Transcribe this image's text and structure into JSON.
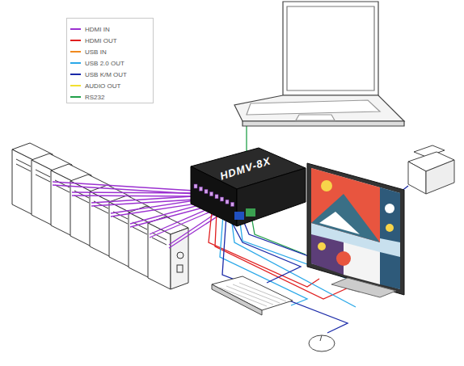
{
  "diagram": {
    "nodes": [
      {
        "text": [
          "HDMV-8X"
        ]
      }
    ],
    "legend": [
      {
        "text": "HDMI IN",
        "color": "#9b30d0"
      },
      {
        "text": "HDMI OUT",
        "color": "#e02020"
      },
      {
        "text": "USB IN",
        "color": "#f08a20"
      },
      {
        "text": "USB 2.0 OUT",
        "color": "#2aa8e8"
      },
      {
        "text": "USB K/M OUT",
        "color": "#1a2aa8"
      },
      {
        "text": "AUDIO OUT",
        "color": "#f2e030"
      },
      {
        "text": "RS232",
        "color": "#22a04a"
      }
    ]
  }
}
